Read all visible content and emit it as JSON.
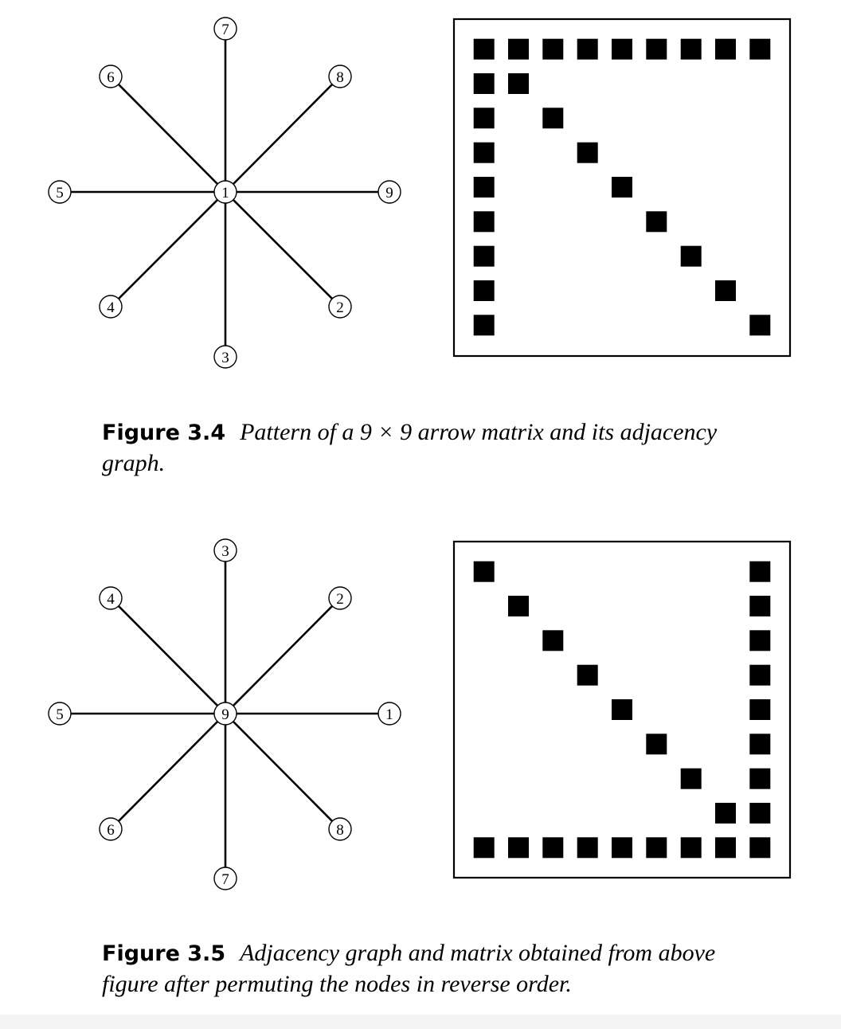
{
  "figures": [
    {
      "label": "Figure 3.4",
      "caption": "Pattern of a 9 × 9 arrow matrix and its adjacency graph.",
      "graph": {
        "center": "1",
        "nodes": [
          "7",
          "8",
          "9",
          "2",
          "3",
          "4",
          "5",
          "6"
        ]
      },
      "matrix": {
        "size": 9,
        "nonzeros": [
          [
            0,
            0
          ],
          [
            0,
            1
          ],
          [
            0,
            2
          ],
          [
            0,
            3
          ],
          [
            0,
            4
          ],
          [
            0,
            5
          ],
          [
            0,
            6
          ],
          [
            0,
            7
          ],
          [
            0,
            8
          ],
          [
            1,
            0
          ],
          [
            1,
            1
          ],
          [
            2,
            0
          ],
          [
            2,
            2
          ],
          [
            3,
            0
          ],
          [
            3,
            3
          ],
          [
            4,
            0
          ],
          [
            4,
            4
          ],
          [
            5,
            0
          ],
          [
            5,
            5
          ],
          [
            6,
            0
          ],
          [
            6,
            6
          ],
          [
            7,
            0
          ],
          [
            7,
            7
          ],
          [
            8,
            0
          ],
          [
            8,
            8
          ]
        ]
      }
    },
    {
      "label": "Figure 3.5",
      "caption": "Adjacency graph and matrix obtained from above figure after permuting the nodes in reverse order.",
      "graph": {
        "center": "9",
        "nodes": [
          "3",
          "2",
          "1",
          "8",
          "7",
          "6",
          "5",
          "4"
        ]
      },
      "matrix": {
        "size": 9,
        "nonzeros": [
          [
            0,
            0
          ],
          [
            0,
            8
          ],
          [
            1,
            1
          ],
          [
            1,
            8
          ],
          [
            2,
            2
          ],
          [
            2,
            8
          ],
          [
            3,
            3
          ],
          [
            3,
            8
          ],
          [
            4,
            4
          ],
          [
            4,
            8
          ],
          [
            5,
            5
          ],
          [
            5,
            8
          ],
          [
            6,
            6
          ],
          [
            6,
            8
          ],
          [
            7,
            7
          ],
          [
            7,
            8
          ],
          [
            8,
            0
          ],
          [
            8,
            1
          ],
          [
            8,
            2
          ],
          [
            8,
            3
          ],
          [
            8,
            4
          ],
          [
            8,
            5
          ],
          [
            8,
            6
          ],
          [
            8,
            7
          ],
          [
            8,
            8
          ]
        ]
      }
    }
  ]
}
